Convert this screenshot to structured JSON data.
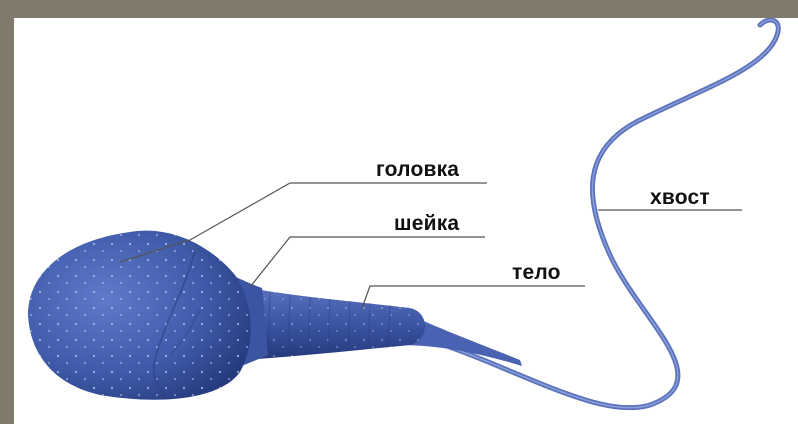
{
  "labels": {
    "head": "головка",
    "neck": "шейка",
    "body": "тело",
    "tail": "хвост"
  },
  "colors": {
    "frame": "#7f7a6b",
    "cell": "#3f5aa8",
    "cell_dark": "#2c3f86",
    "leader_line": "#555555"
  }
}
